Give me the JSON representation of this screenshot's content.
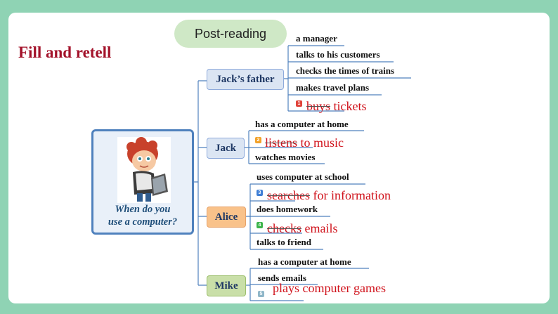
{
  "tab": "Post-reading",
  "heading": "Fill and retell",
  "center": {
    "question_line1": "When do you",
    "question_line2": "use a computer?"
  },
  "branches": [
    {
      "label": "Jack’s father",
      "items": [
        "a manager",
        "talks to his customers",
        "checks the times of trains",
        "makes travel plans"
      ],
      "answer_num": "1",
      "answer_prefix": "buys",
      "answer_rest": " tickets",
      "num_color": "#e0433a"
    },
    {
      "label": "Jack",
      "items": [
        "has a computer at home",
        "watches movies"
      ],
      "answer_num": "2",
      "answer_prefix": "listens",
      "answer_rest": " to music",
      "num_color": "#f2a22a"
    },
    {
      "label": "Alice",
      "items": [
        "uses computer at school",
        "does homework",
        "talks to friend"
      ],
      "answers": [
        {
          "num": "3",
          "prefix": "searches",
          "rest": " for information",
          "num_color": "#3f7fd6"
        },
        {
          "num": "4",
          "prefix": "checks",
          "rest": " emails",
          "num_color": "#3cb44b"
        }
      ]
    },
    {
      "label": "Mike",
      "items": [
        "has a computer at home",
        "sends emails"
      ],
      "answer_num": "5",
      "answer_text": "plays computer games",
      "num_color": "#8fb6c8"
    }
  ]
}
